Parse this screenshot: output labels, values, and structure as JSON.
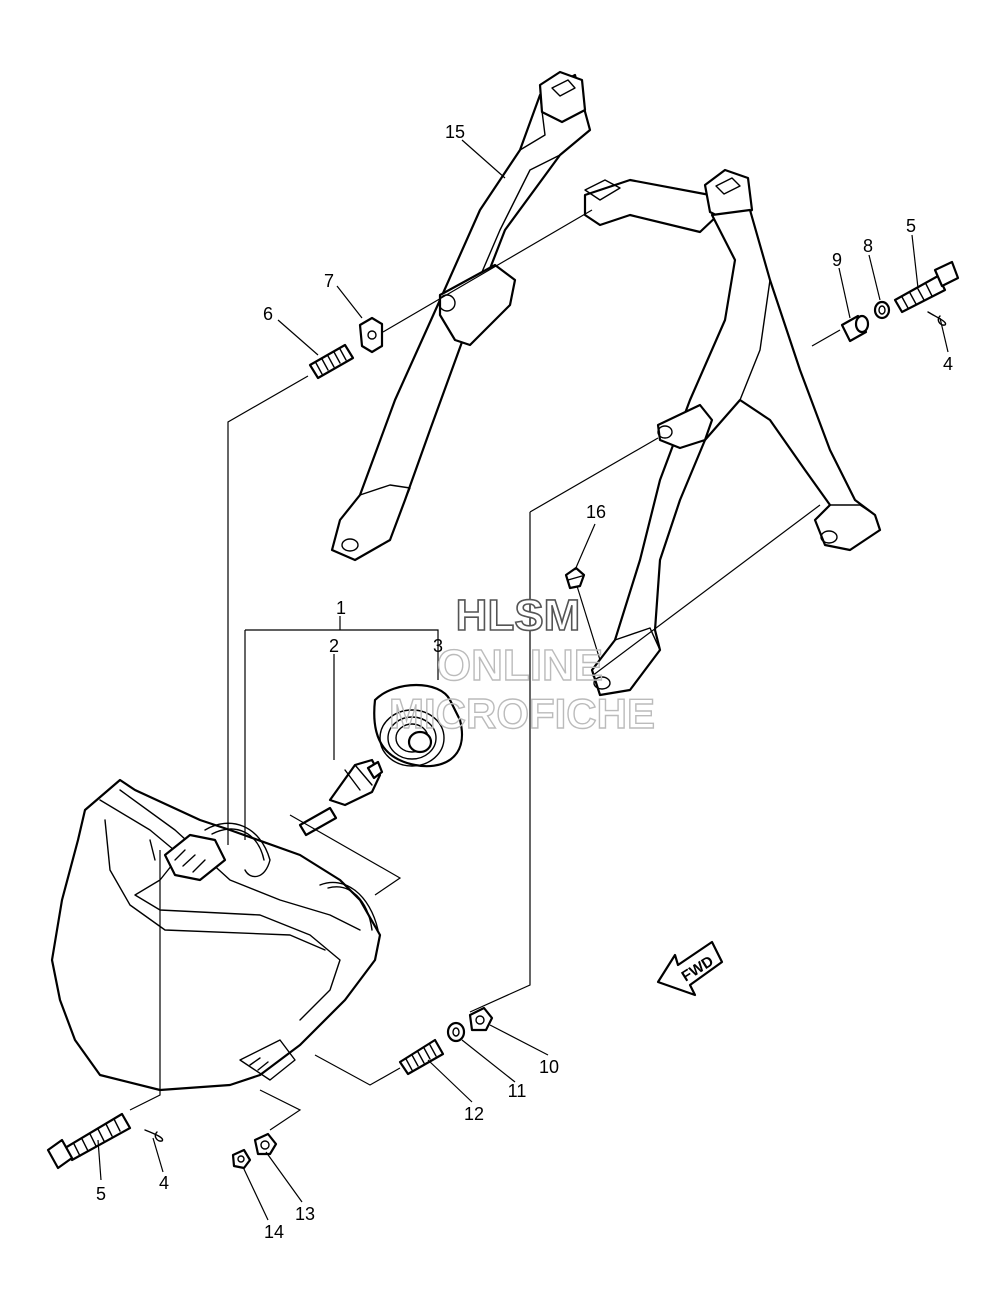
{
  "diagram": {
    "callouts": [
      {
        "id": "c15",
        "label": "15"
      },
      {
        "id": "c7",
        "label": "7"
      },
      {
        "id": "c6",
        "label": "6"
      },
      {
        "id": "c9",
        "label": "9"
      },
      {
        "id": "c8",
        "label": "8"
      },
      {
        "id": "c5a",
        "label": "5"
      },
      {
        "id": "c4a",
        "label": "4"
      },
      {
        "id": "c16",
        "label": "16"
      },
      {
        "id": "c1",
        "label": "1"
      },
      {
        "id": "c2",
        "label": "2"
      },
      {
        "id": "c3",
        "label": "3"
      },
      {
        "id": "c10",
        "label": "10"
      },
      {
        "id": "c11",
        "label": "11"
      },
      {
        "id": "c12",
        "label": "12"
      },
      {
        "id": "c5b",
        "label": "5"
      },
      {
        "id": "c4b",
        "label": "4"
      },
      {
        "id": "c13",
        "label": "13"
      },
      {
        "id": "c14",
        "label": "14"
      }
    ],
    "fwd_label": "FWD",
    "watermark": {
      "line1": "HLSM",
      "line2": "ONLINE",
      "line3": "MICROFICHE"
    }
  }
}
